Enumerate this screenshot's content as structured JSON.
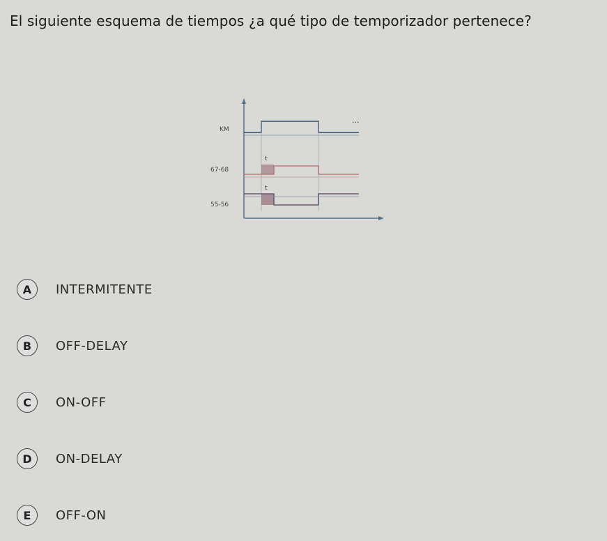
{
  "question": "El siguiente esquema de tiempos ¿a qué tipo de temporizador pertenece?",
  "diagram": {
    "signals": [
      "KM",
      "67-68",
      "55-56"
    ],
    "time_marks": [
      "t",
      "t"
    ],
    "ellipsis": "..."
  },
  "options": [
    {
      "letter": "A",
      "text": "INTERMITENTE"
    },
    {
      "letter": "B",
      "text": "OFF-DELAY"
    },
    {
      "letter": "C",
      "text": "ON-OFF"
    },
    {
      "letter": "D",
      "text": "ON-DELAY"
    },
    {
      "letter": "E",
      "text": "OFF-ON"
    }
  ],
  "colors": {
    "trace": "#5a6f8a",
    "shaded": "#8a5a6a",
    "accent": "#b87a7a"
  }
}
